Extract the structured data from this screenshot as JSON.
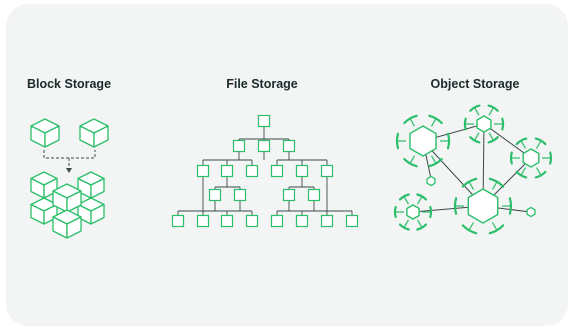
{
  "panels": {
    "block": {
      "title": "Block Storage"
    },
    "file": {
      "title": "File Storage"
    },
    "object": {
      "title": "Object Storage"
    }
  },
  "colors": {
    "card_bg": "#f3f4f4",
    "accent": "#2bbf6a",
    "accent_fill": "#ffffff",
    "connector": "#3a4a4a",
    "title_text": "#1c2a2a"
  },
  "icons": [
    "cube-icon",
    "folder-tree-icon",
    "object-node-icon"
  ]
}
